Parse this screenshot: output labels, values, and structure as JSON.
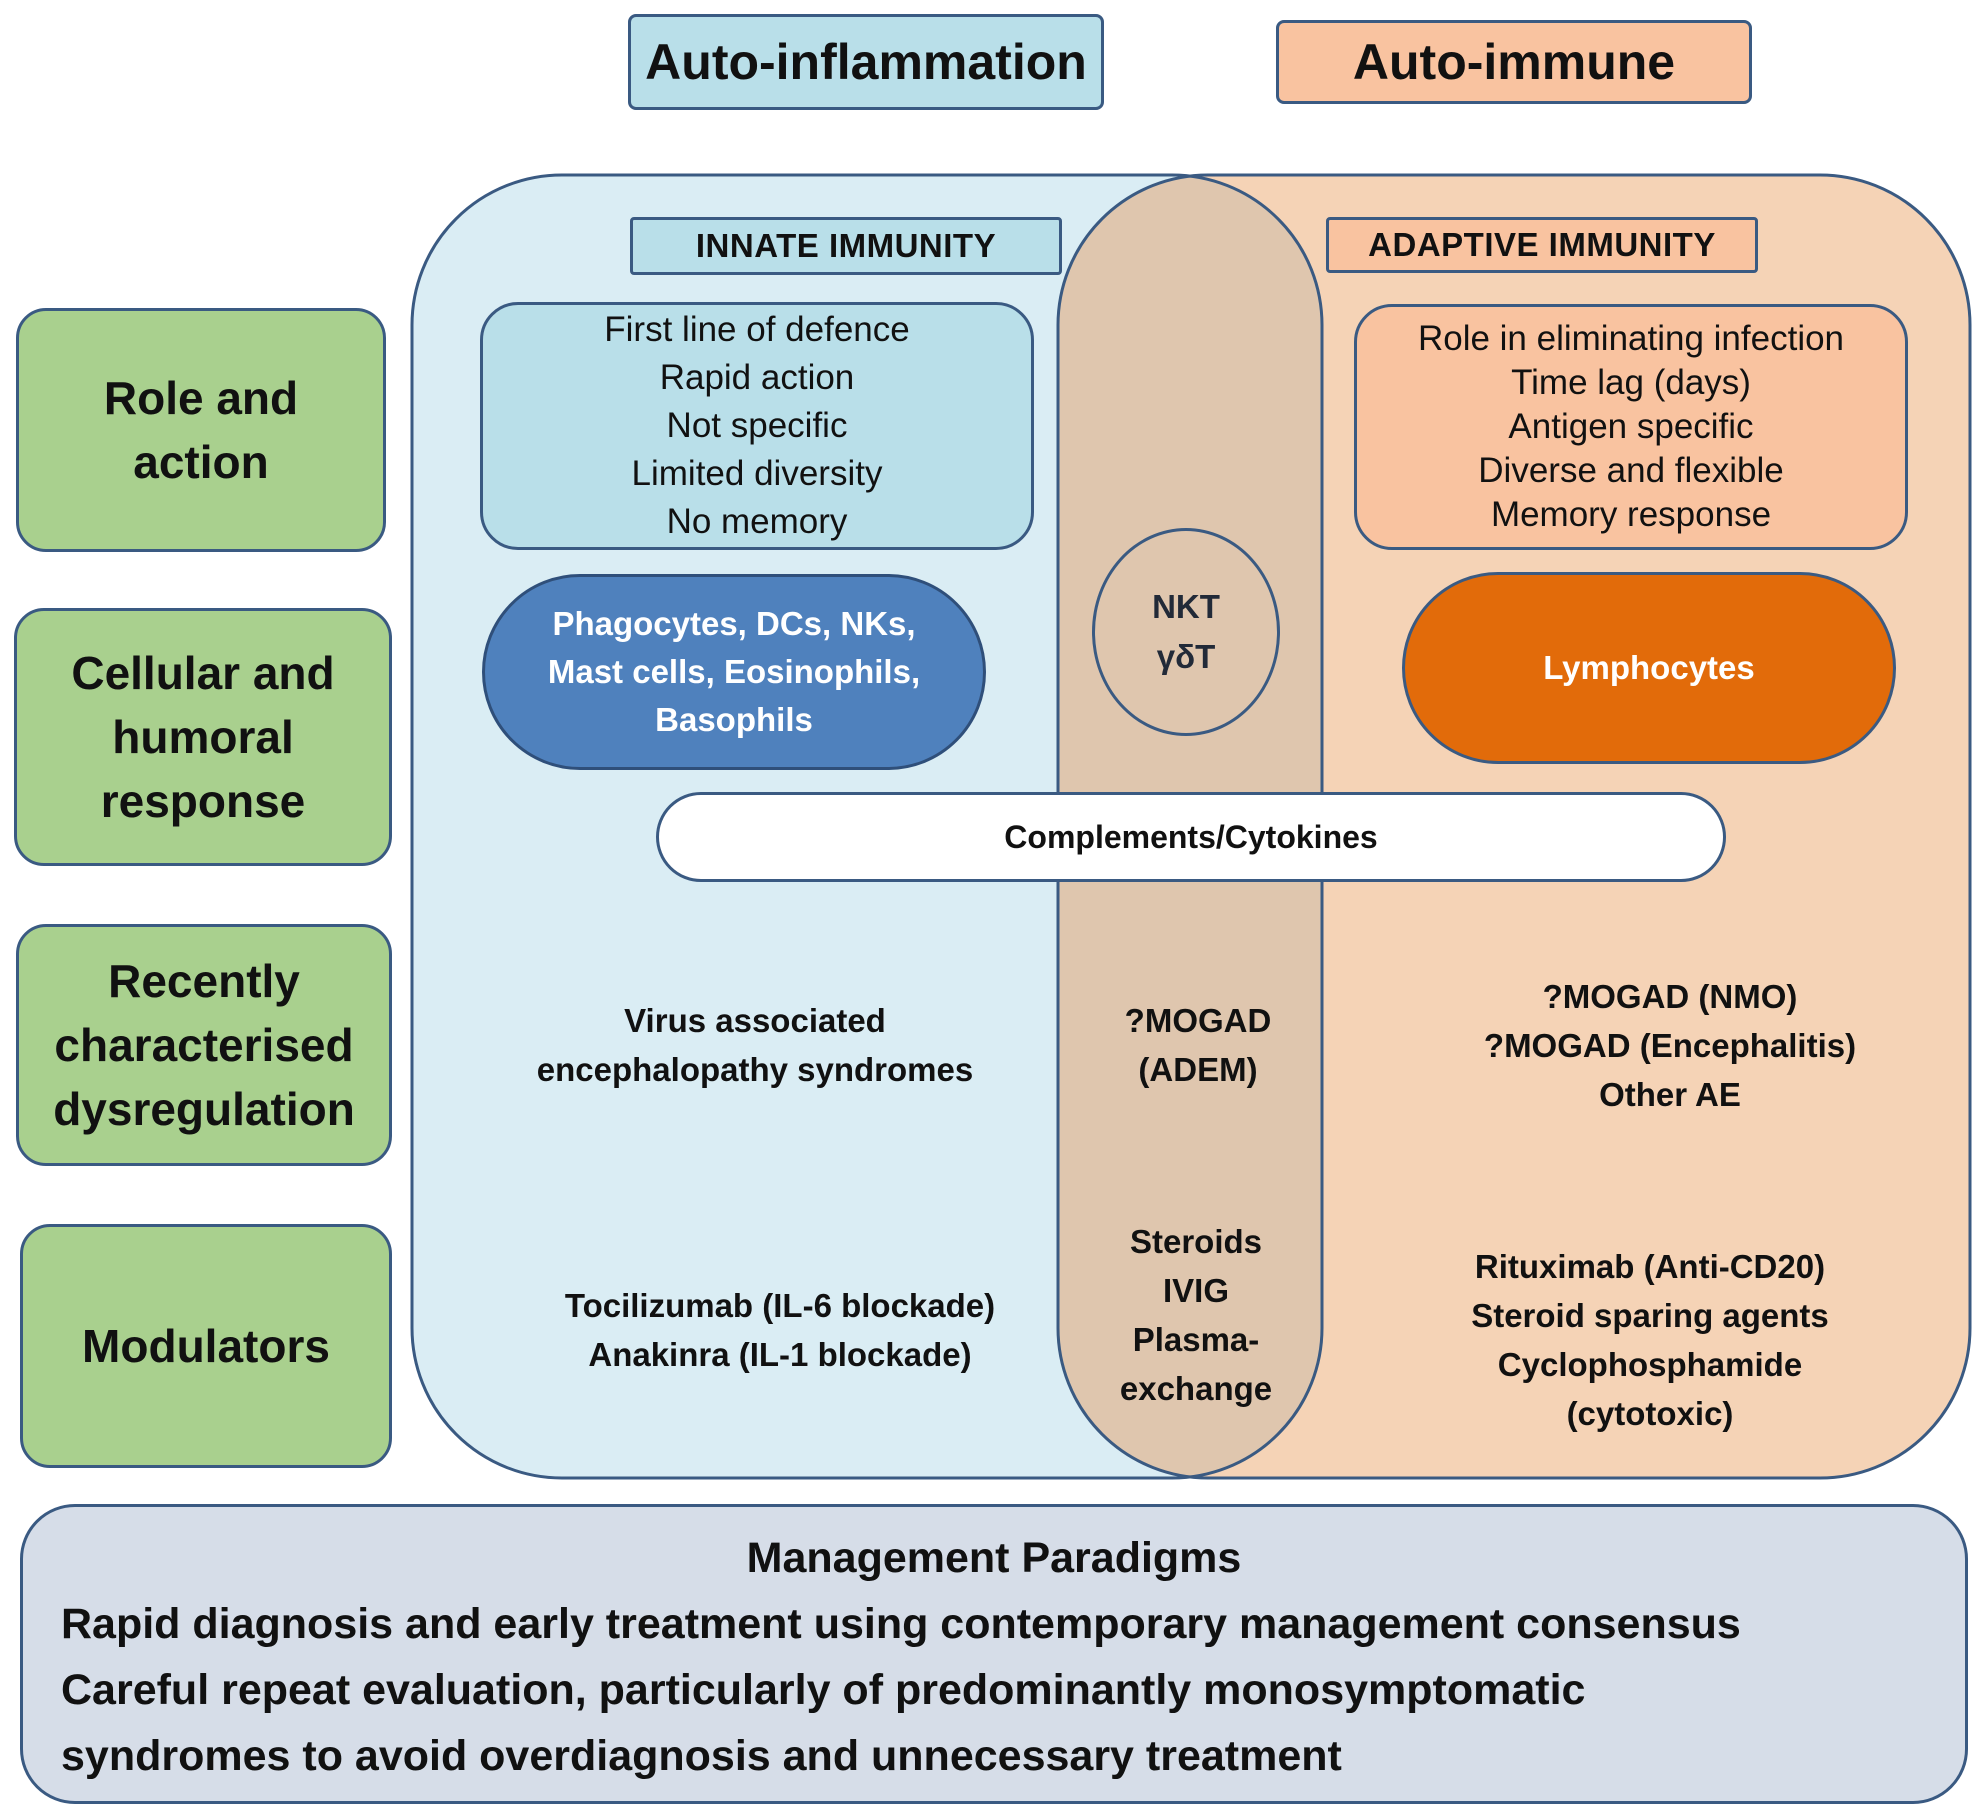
{
  "headers": {
    "left": "Auto-inflammation",
    "right": "Auto-immune"
  },
  "sub_headers": {
    "innate": "INNATE IMMUNITY",
    "adaptive": "ADAPTIVE IMMUNITY"
  },
  "row_labels": [
    [
      "Role and",
      "action"
    ],
    [
      "Cellular and",
      "humoral",
      "response"
    ],
    [
      "Recently",
      "characterised",
      "dysregulation"
    ],
    [
      "Modulators"
    ]
  ],
  "innate": {
    "traits": [
      "First line of defence",
      "Rapid action",
      "Not specific",
      "Limited diversity",
      "No memory"
    ],
    "cells": [
      "Phagocytes, DCs, NKs,",
      "Mast cells, Eosinophils,",
      "Basophils"
    ],
    "dysregulation": [
      "Virus associated",
      "encephalopathy syndromes"
    ],
    "modulators": [
      "Tocilizumab (IL-6 blockade)",
      "Anakinra (IL-1 blockade)"
    ]
  },
  "overlap": {
    "cells": [
      "NKT",
      "γδT"
    ],
    "dysregulation": [
      "?MOGAD",
      "(ADEM)"
    ],
    "modulators": [
      "Steroids",
      "IVIG",
      "Plasma-",
      "exchange"
    ]
  },
  "adaptive": {
    "traits": [
      "Role in eliminating infection",
      "Time lag (days)",
      "Antigen specific",
      "Diverse and flexible",
      "Memory response"
    ],
    "cells": "Lymphocytes",
    "dysregulation": [
      "?MOGAD (NMO)",
      "?MOGAD (Encephalitis)",
      "Other AE"
    ],
    "modulators": [
      "Rituximab (Anti-CD20)",
      "Steroid sparing agents",
      "Cyclophosphamide",
      "(cytotoxic)"
    ]
  },
  "shared": {
    "complements": "Complements/Cytokines"
  },
  "management": {
    "title": "Management Paradigms",
    "lines": [
      "Rapid diagnosis and early treatment using contemporary management consensus",
      "Careful repeat evaluation, particularly of predominantly monosymptomatic",
      "syndromes to avoid overdiagnosis and unnecessary treatment"
    ]
  },
  "colors": {
    "innate_fill": "#daedf4",
    "adaptive_fill": "#f5d3b6",
    "overlap_fill": "#dfc6ae",
    "outline": "#3a5a82",
    "row_label_fill": "#a9d08e",
    "phagocyte_pill": "#4f81bd",
    "lymphocyte_pill": "#e26b0a",
    "management_fill": "#d6dde8"
  }
}
